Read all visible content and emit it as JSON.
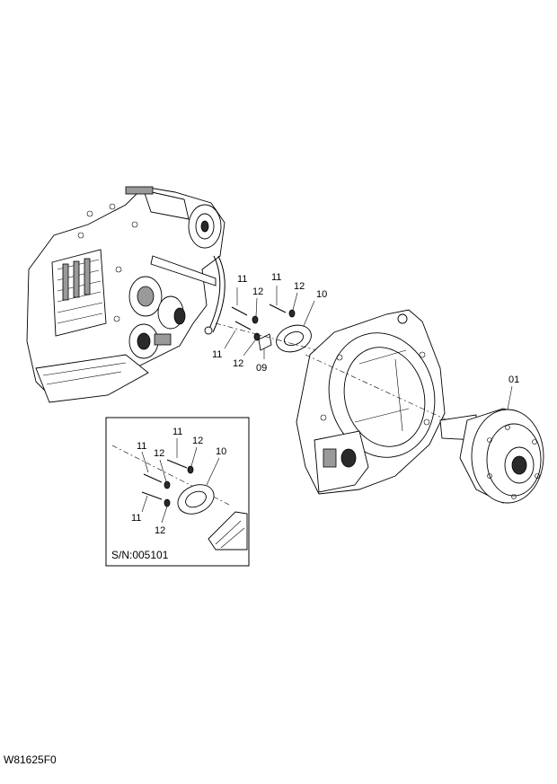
{
  "callouts": {
    "c01": "01",
    "c09": "09",
    "c10_main": "10",
    "c11_main_a": "11",
    "c11_main_b": "11",
    "c11_main_c": "11",
    "c12_main_a": "12",
    "c12_main_b": "12",
    "c12_main_c": "12",
    "c10_inset": "10",
    "c11_inset_a": "11",
    "c11_inset_b": "11",
    "c11_inset_c": "11",
    "c12_inset_a": "12",
    "c12_inset_b": "12",
    "c12_inset_c": "12"
  },
  "inset": {
    "serial": "S/N:005101"
  },
  "drawing_code": "W81625F0"
}
